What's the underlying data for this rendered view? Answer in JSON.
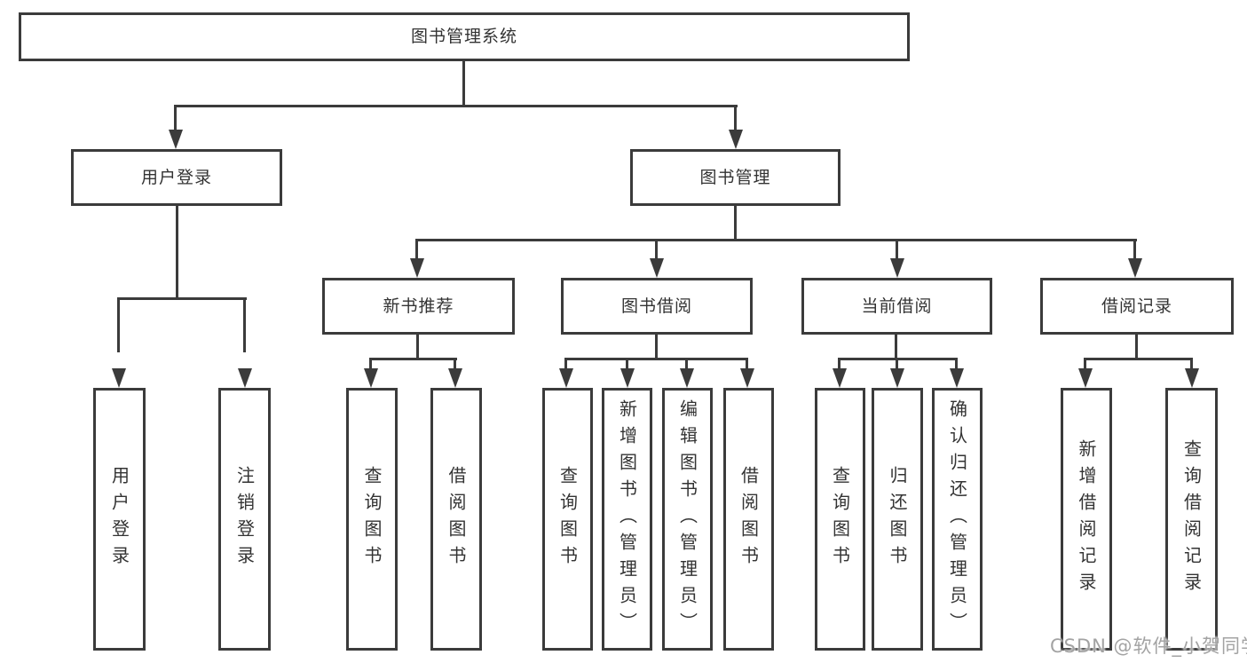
{
  "diagram": {
    "root": {
      "label": "图书管理系统"
    },
    "branches": [
      {
        "label": "用户登录",
        "children": [
          {
            "label": "用户登录"
          },
          {
            "label": "注销登录"
          }
        ]
      },
      {
        "label": "图书管理",
        "children": [
          {
            "label": "新书推荐",
            "children": [
              {
                "label": "查询图书"
              },
              {
                "label": "借阅图书"
              }
            ]
          },
          {
            "label": "图书借阅",
            "children": [
              {
                "label": "查询图书"
              },
              {
                "label": "新增图书（管理员）"
              },
              {
                "label": "编辑图书（管理员）"
              },
              {
                "label": "借阅图书"
              }
            ]
          },
          {
            "label": "当前借阅",
            "children": [
              {
                "label": "查询图书"
              },
              {
                "label": "归还图书"
              },
              {
                "label": "确认归还（管理员）"
              }
            ]
          },
          {
            "label": "借阅记录",
            "children": [
              {
                "label": "新增借阅记录"
              },
              {
                "label": "查询借阅记录"
              }
            ]
          }
        ]
      }
    ],
    "watermark": "CSDN @软件_小贺同学",
    "colors": {
      "line": "#3b3b3b",
      "text": "#333333",
      "background": "#ffffff",
      "watermark": "#a3a3a3"
    }
  }
}
